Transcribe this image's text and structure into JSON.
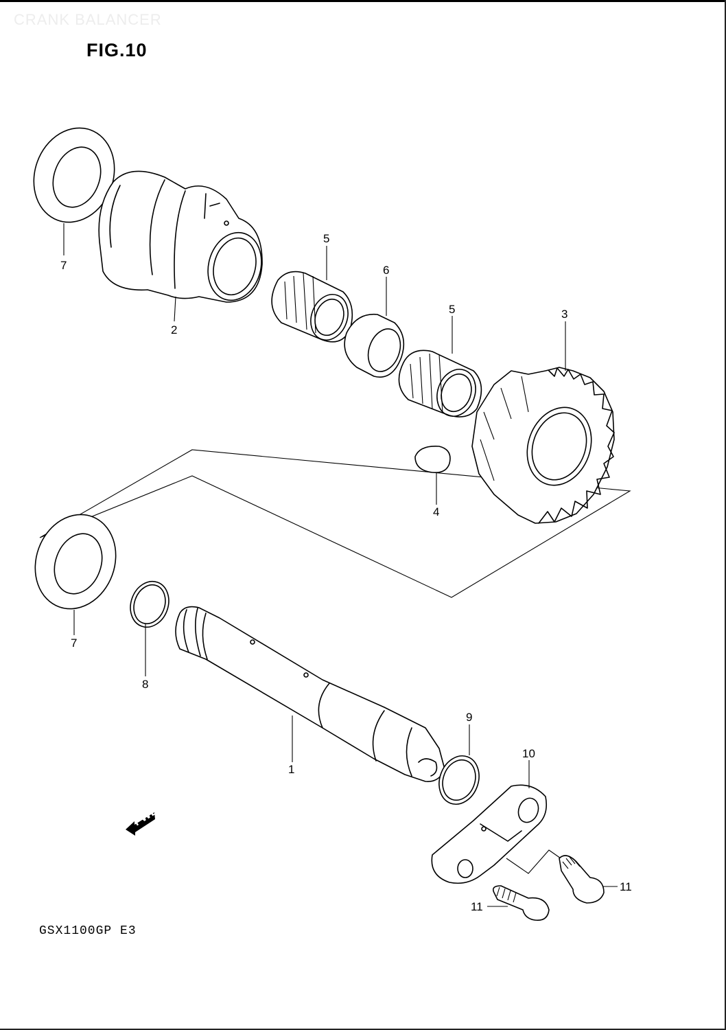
{
  "header": {
    "watermark": "CRANK BALANCER",
    "figure_label": "FIG.10"
  },
  "footer": {
    "model_code": "GSX1100GP E3"
  },
  "fwd_arrow": {
    "label": "FWD"
  },
  "callouts": {
    "c1": "1",
    "c2": "2",
    "c3": "3",
    "c4": "4",
    "c5a": "5",
    "c5b": "5",
    "c6": "6",
    "c7a": "7",
    "c7b": "7",
    "c8": "8",
    "c9": "9",
    "c10": "10",
    "c11a": "11",
    "c11b": "11"
  }
}
